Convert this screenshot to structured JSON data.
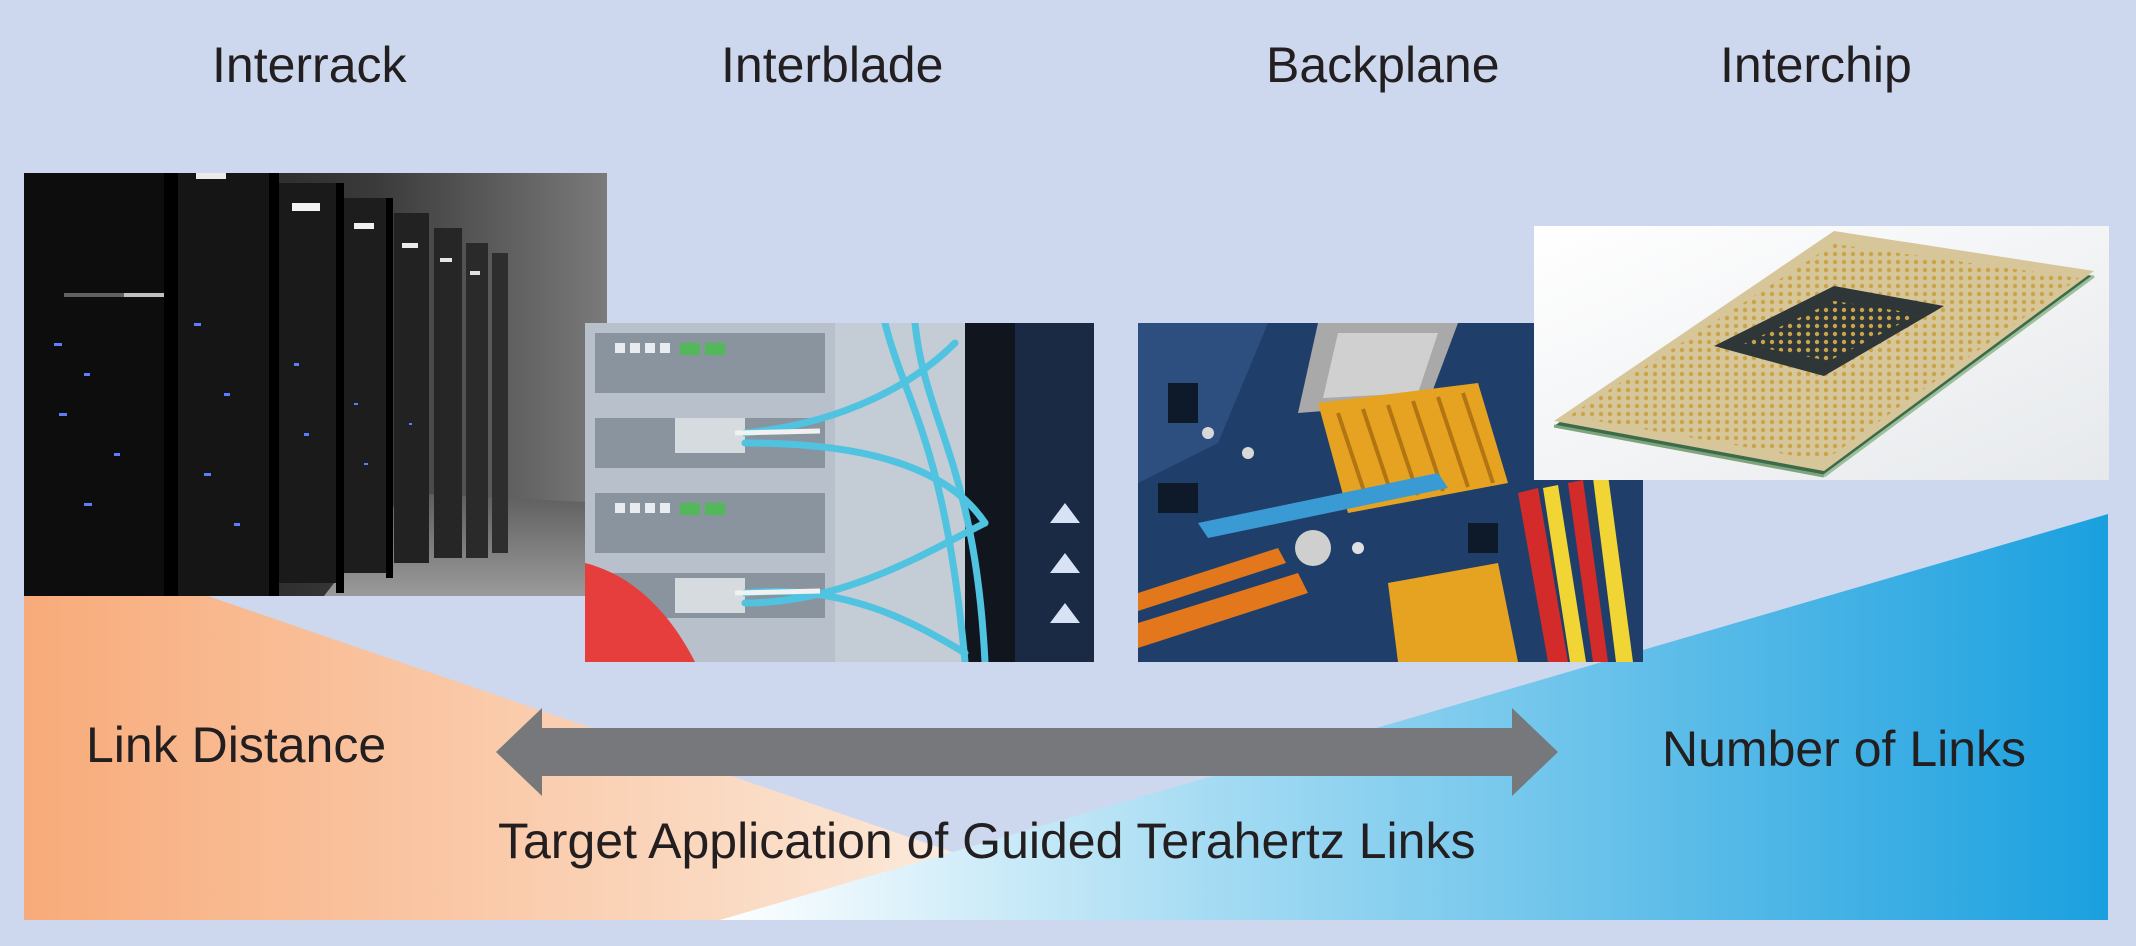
{
  "categories": {
    "interrack": "Interrack",
    "interblade": "Interblade",
    "backplane": "Backplane",
    "interchip": "Interchip"
  },
  "labels": {
    "link_distance": "Link Distance",
    "number_of_links": "Number of Links",
    "caption": "Target Application of Guided Terahertz Links"
  },
  "colors": {
    "background": "#cdd8ef",
    "distance_wedge": "#f8ab7a",
    "links_wedge": "#1fa3e0",
    "arrow": "#77787b",
    "text": "#231f20"
  },
  "icons": {
    "arrow": "double-headed-arrow-icon"
  }
}
